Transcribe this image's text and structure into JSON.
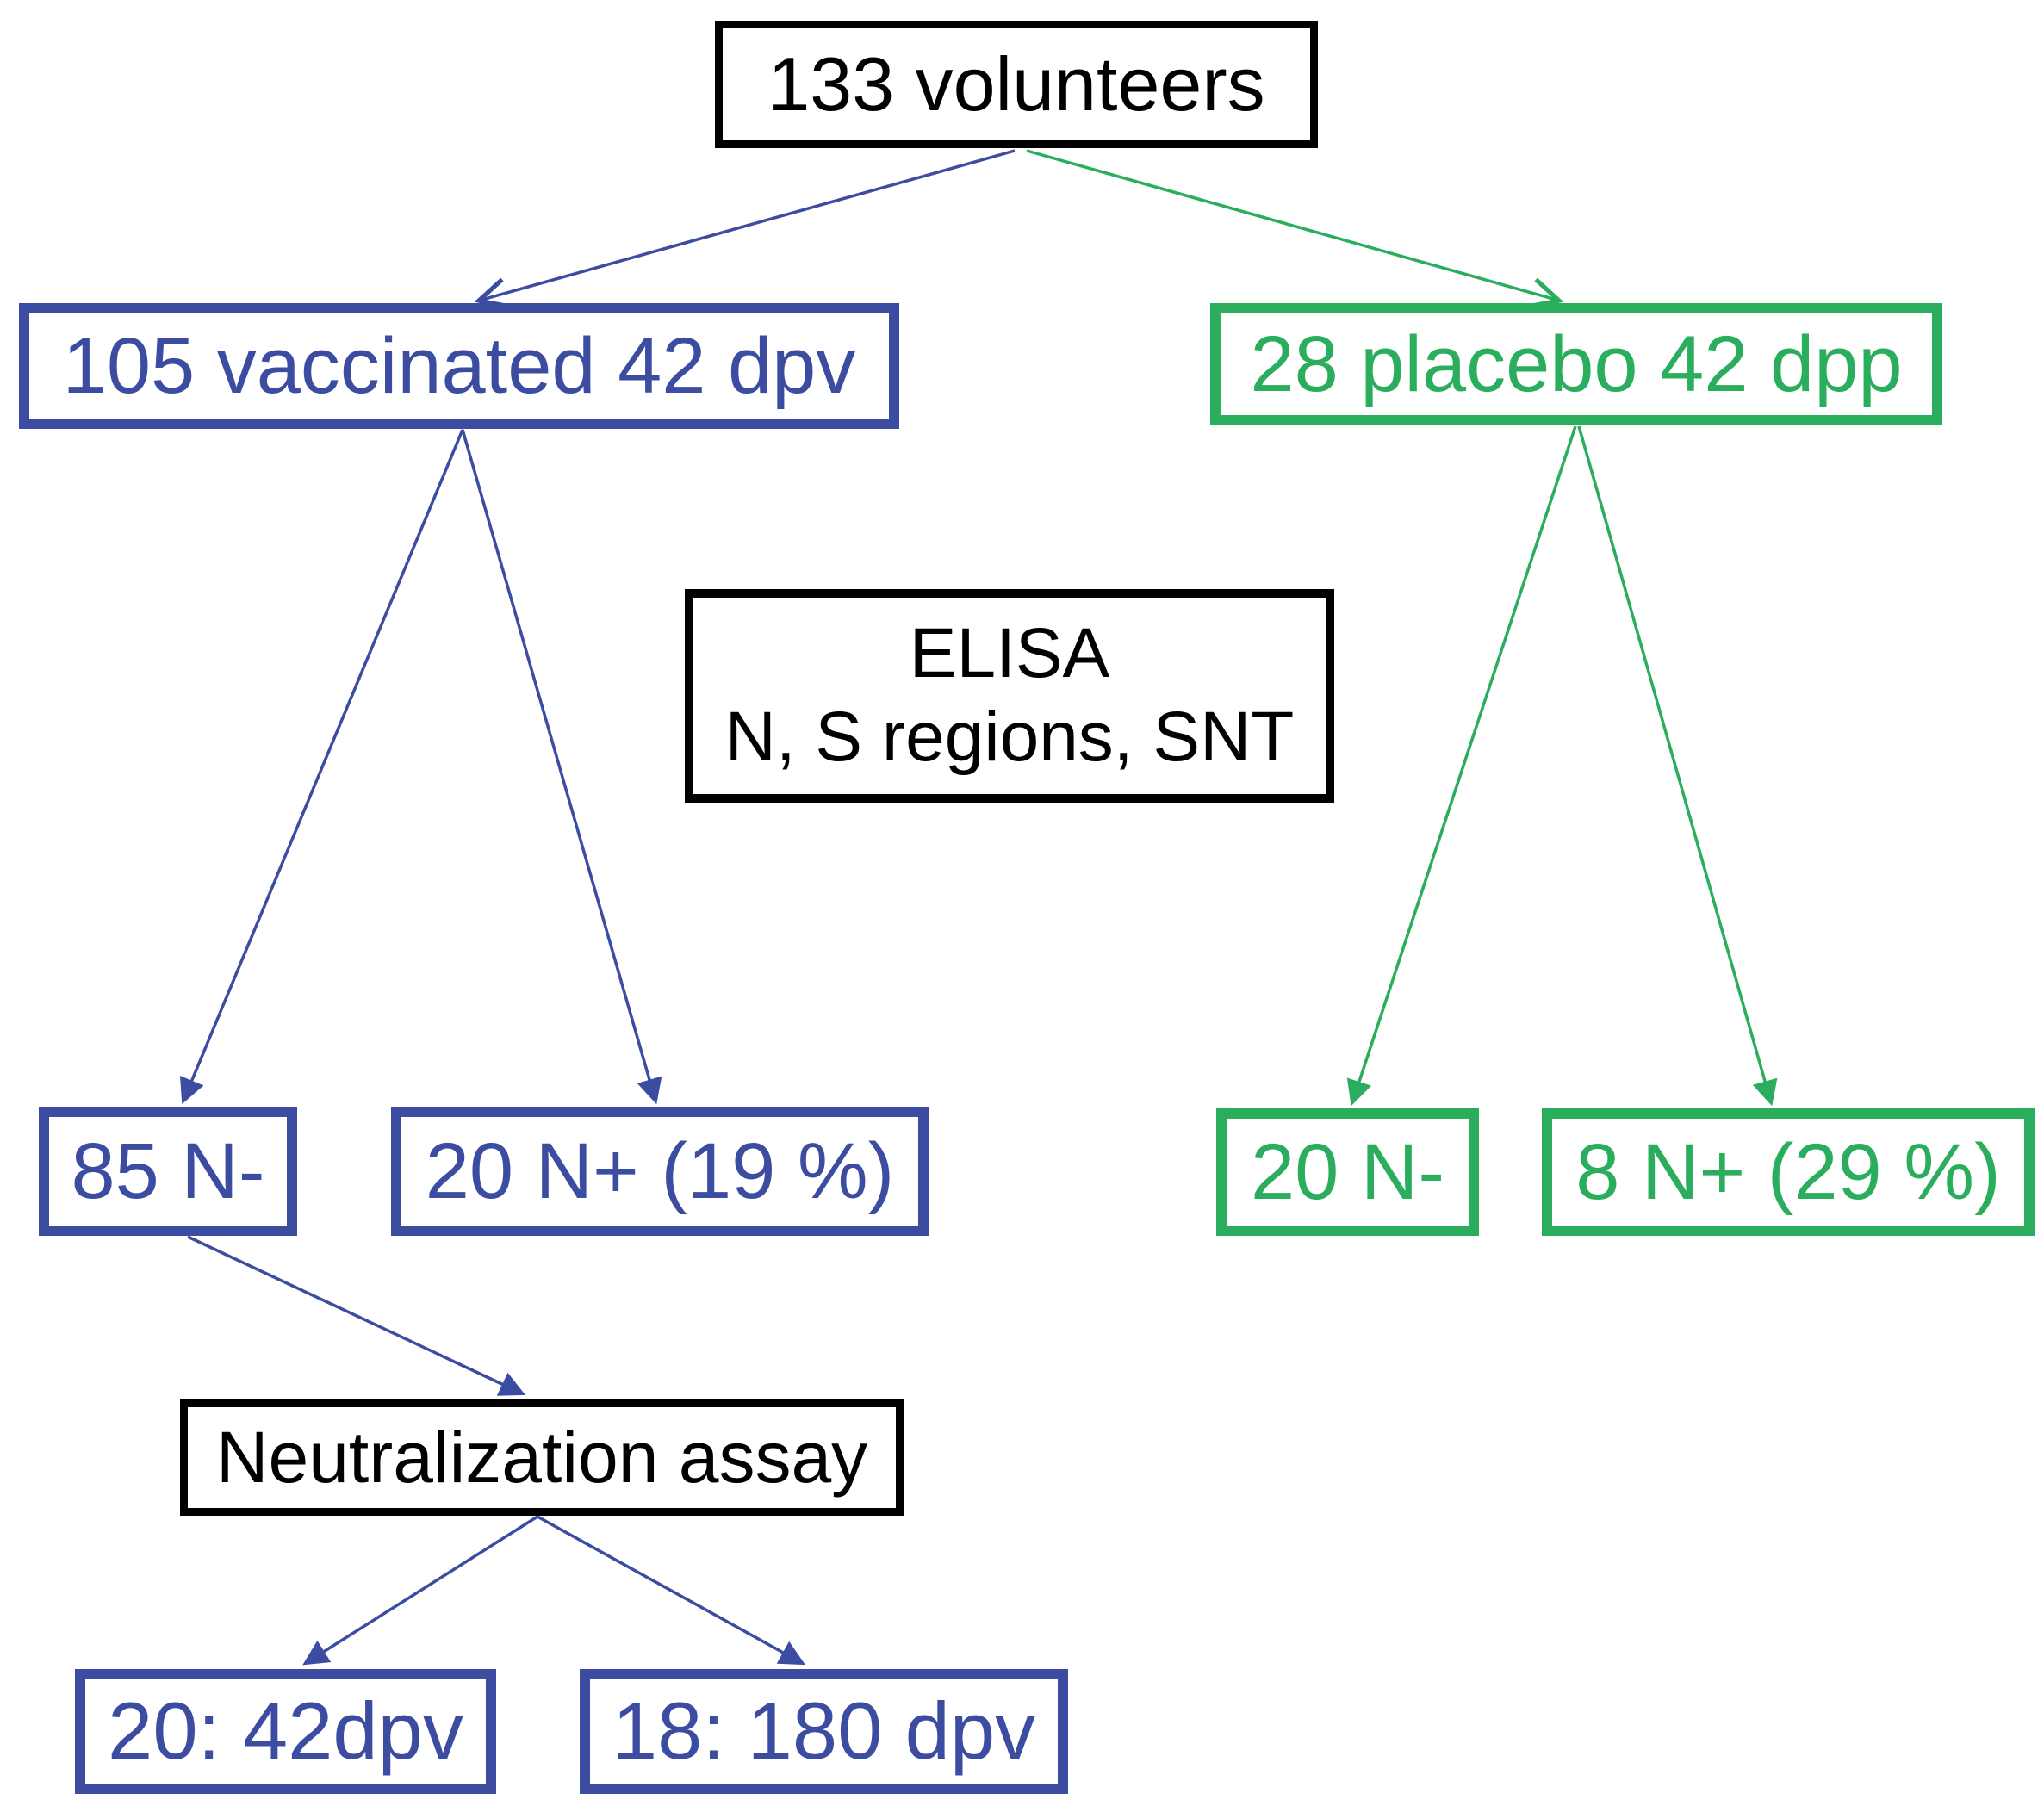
{
  "colors": {
    "vaccinated_branch": "#3C4DA1",
    "placebo_branch": "#2AAD5C",
    "neutral_ink": "#000000"
  },
  "nodes": {
    "volunteers": {
      "label": "133 volunteers"
    },
    "vaccinated": {
      "label": "105 vaccinated 42 dpv"
    },
    "placebo": {
      "label": "28 placebo 42 dpp"
    },
    "elisa": {
      "line1": "ELISA",
      "line2": "N, S regions, SNT"
    },
    "vaccinated_n_negative": {
      "label": "85 N-"
    },
    "vaccinated_n_positive": {
      "label": "20 N+ (19 %)"
    },
    "placebo_n_negative": {
      "label": "20 N-"
    },
    "placebo_n_positive": {
      "label": "8 N+ (29 %)"
    },
    "neutralization": {
      "label": "Neutralization assay"
    },
    "neutralization_42dpv": {
      "label": "20: 42dpv"
    },
    "neutralization_180dpv": {
      "label": "18: 180 dpv"
    }
  }
}
